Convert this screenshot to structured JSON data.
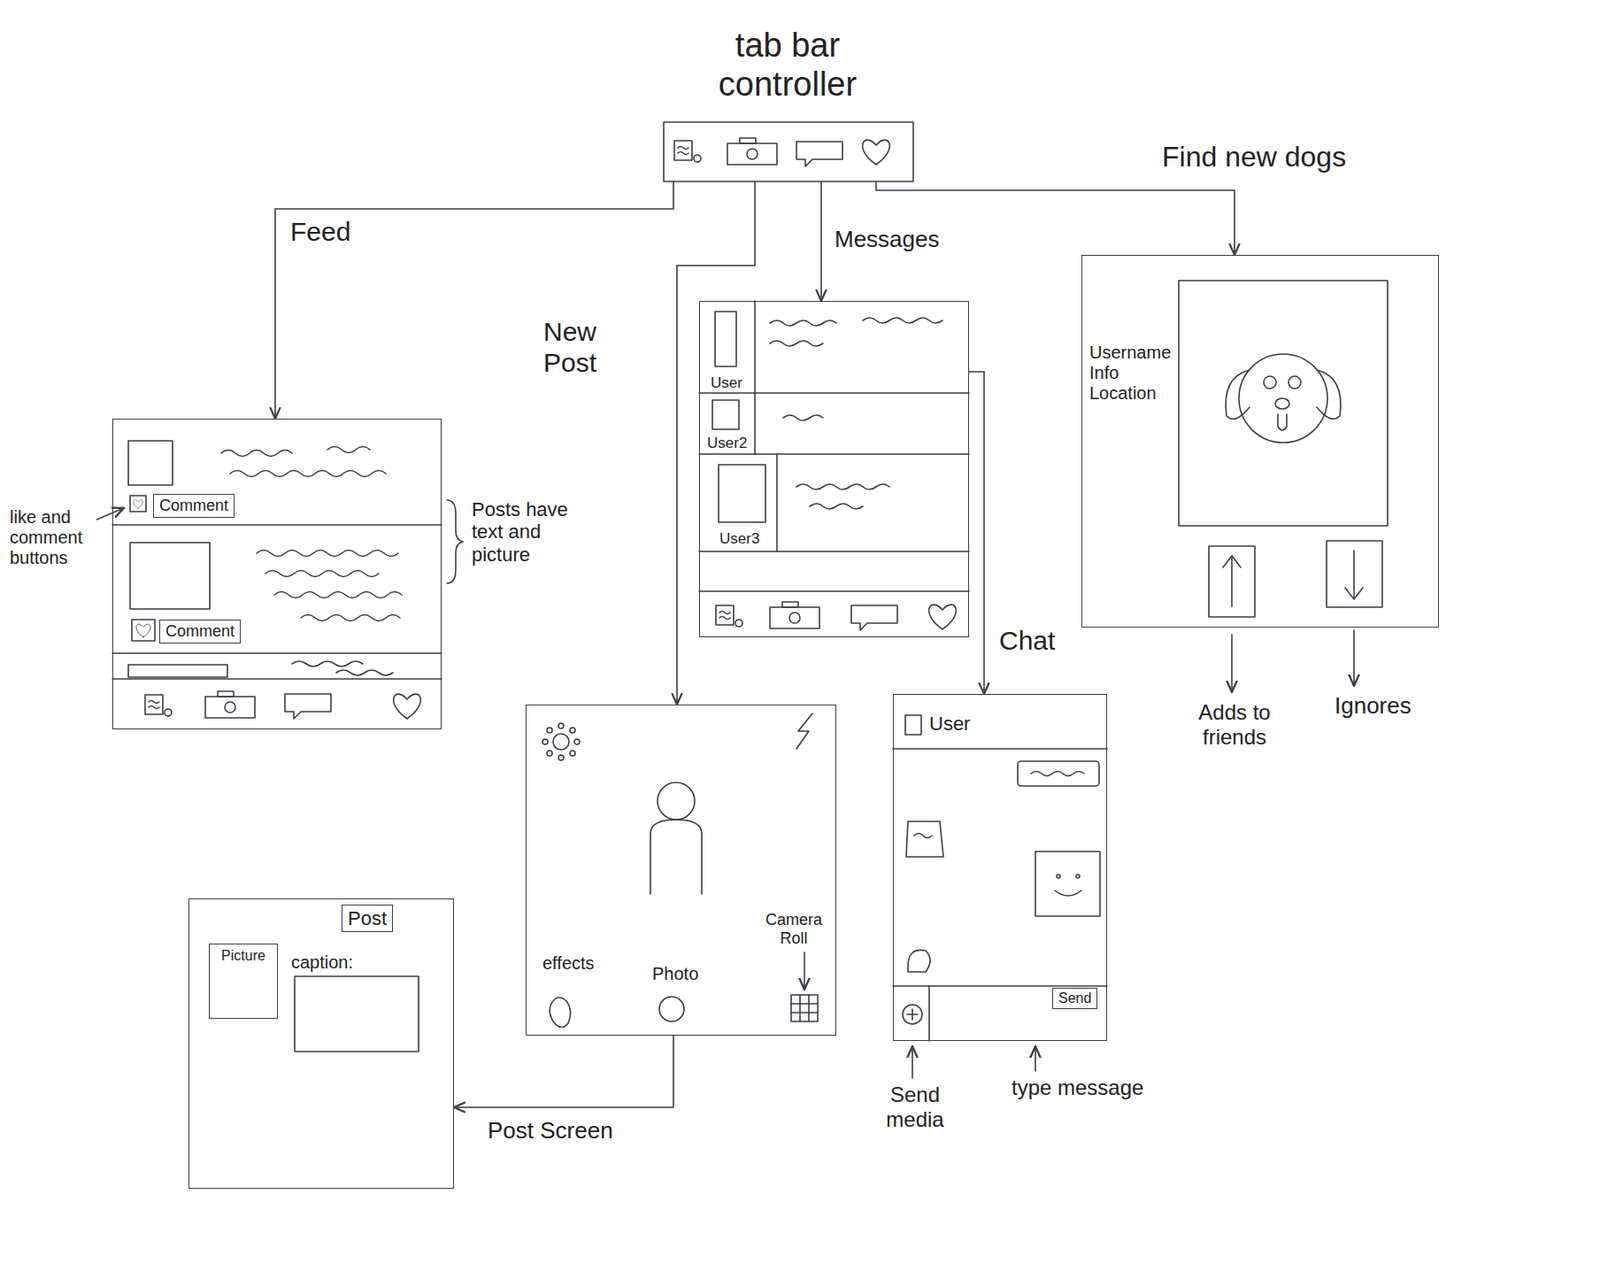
{
  "diagram": {
    "nodes": [
      {
        "text": [
          "tab bar controller"
        ]
      },
      {
        "text": []
      },
      {
        "text": [
          "Comment"
        ],
        "in": 1
      },
      {
        "text": [
          "Comment"
        ],
        "in": 1
      },
      {
        "text": [
          "User",
          "User2",
          "User3"
        ]
      },
      {
        "text": [
          "Username Info Location"
        ]
      },
      {
        "text": [
          "effects",
          "Photo",
          "Camera Roll"
        ]
      },
      {
        "text": [
          "User"
        ]
      },
      {
        "text": [
          "Send"
        ],
        "in": 7
      },
      {
        "text": [
          "caption:"
        ]
      },
      {
        "text": [
          "Picture"
        ],
        "in": 9
      },
      {
        "text": [
          "Post"
        ],
        "in": 9
      }
    ],
    "edges": [
      {
        "from": 0,
        "to": 1,
        "arrow": "to",
        "label": "Feed"
      },
      {
        "from": 0,
        "to": 6,
        "arrow": "to",
        "label": "New Post"
      },
      {
        "from": 0,
        "to": 4,
        "arrow": "to",
        "label": "Messages"
      },
      {
        "from": 0,
        "to": 5,
        "arrow": "to",
        "label": "Find new dogs"
      },
      {
        "from": 4,
        "to": 7,
        "arrow": "to",
        "label": "Chat"
      },
      {
        "from": 6,
        "to": 9,
        "arrow": "to",
        "label": "Post Screen"
      }
    ],
    "labels": [
      "like and comment buttons",
      "Posts have text and picture",
      "Adds to friends",
      "Ignores",
      "Send media",
      "type message"
    ]
  }
}
